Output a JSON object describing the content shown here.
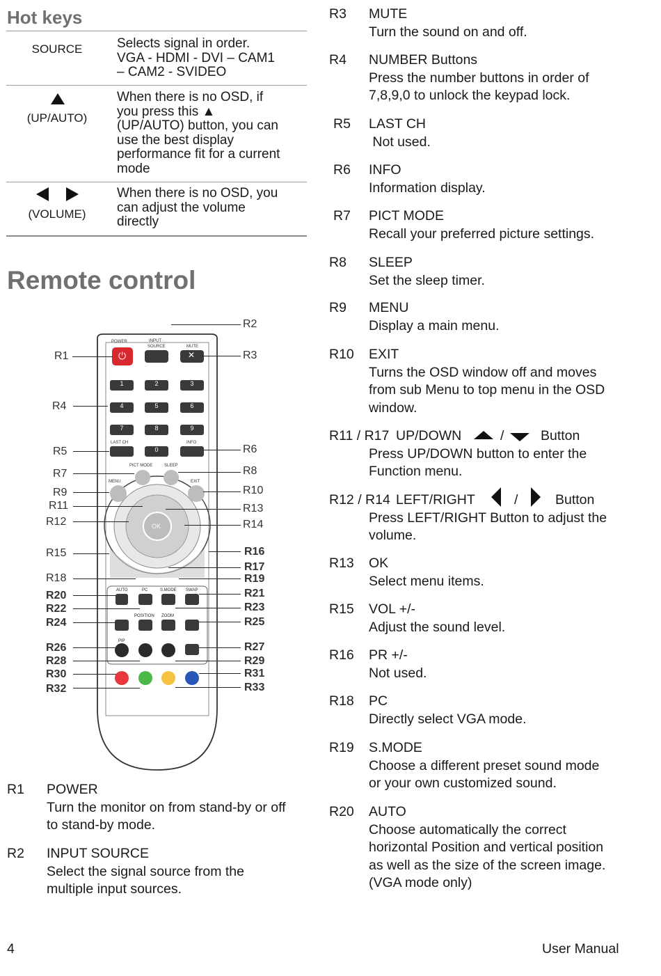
{
  "hot_keys": {
    "title": "Hot keys",
    "rows": [
      {
        "key": "SOURCE",
        "desc": [
          "Selects signal in order.",
          "VGA - HDMI - DVI – CAM1",
          "– CAM2 - SVIDEO"
        ]
      },
      {
        "key": "(UP/AUTO)",
        "desc": [
          "When there is no OSD, if",
          "you press this ▲",
          "(UP/AUTO) button, you can",
          "use the best display",
          "performance fit  for a current",
          "mode"
        ]
      },
      {
        "key": "(VOLUME)",
        "desc": [
          "When there is no OSD, you",
          "can adjust the volume",
          "directly"
        ]
      }
    ]
  },
  "remote": {
    "title": "Remote control",
    "labels": [
      "R1",
      "R2",
      "R3",
      "R4",
      "R5",
      "R6",
      "R7",
      "R8",
      "R9",
      "R10",
      "R11",
      "R12",
      "R13",
      "R14",
      "R15",
      "R16",
      "R17",
      "R18",
      "R19",
      "R20",
      "R21",
      "R22",
      "R23",
      "R24",
      "R25",
      "R26",
      "R27",
      "R28",
      "R29",
      "R30",
      "R31",
      "R32",
      "R33"
    ],
    "top_labels": {
      "power": "POWER",
      "input": "INPUT",
      "source": "SOURCE",
      "mute": "MUTE",
      "last_ch": "LAST CH",
      "info": "INFO",
      "pict_mode": "PICT MODE",
      "sleep": "SLEEP",
      "menu": "MENU",
      "exit": "EXIT",
      "ok": "OK",
      "auto": "AUTO",
      "pc": "PC",
      "smode": "S.MODE",
      "swap": "SWAP",
      "posn": "POSITION",
      "zoom": "ZOOM",
      "pip": "PIP"
    },
    "digits": [
      "1",
      "2",
      "3",
      "4",
      "5",
      "6",
      "7",
      "8",
      "9",
      "0"
    ],
    "colors": [
      "#e8383d",
      "#4cb848",
      "#f5c342",
      "#2a56b8"
    ]
  },
  "left_entries": [
    {
      "code": "R1",
      "name": "POWER",
      "desc": [
        "Turn the monitor on from stand-by or off",
        "to stand-by mode."
      ]
    },
    {
      "code": "R2",
      "name": "INPUT SOURCE",
      "desc": [
        "Select the signal source from the",
        "multiple input sources."
      ]
    }
  ],
  "right_entries": [
    {
      "code": "R3",
      "name": "MUTE",
      "desc": [
        "Turn the sound on and off."
      ]
    },
    {
      "code": "R4",
      "name": "NUMBER Buttons",
      "desc": [
        "Press the number buttons in order of",
        "7,8,9,0 to unlock the keypad lock."
      ]
    },
    {
      "code": "R5",
      "name": "LAST CH",
      "desc": [
        " Not used."
      ]
    },
    {
      "code": "R6",
      "name": "INFO",
      "desc": [
        "Information display."
      ]
    },
    {
      "code": "R7",
      "name": "PICT MODE",
      "desc": [
        "Recall your preferred picture settings."
      ]
    },
    {
      "code": "R8",
      "name": "SLEEP",
      "desc": [
        "Set the sleep timer."
      ]
    },
    {
      "code": "R9",
      "name": "MENU",
      "desc": [
        "Display a main menu."
      ]
    },
    {
      "code": "R10",
      "name": "EXIT",
      "desc": [
        "Turns the OSD window off and moves",
        "from sub Menu to top menu in the OSD",
        "window."
      ]
    },
    {
      "code": "R11 / R17",
      "name": "UP/DOWN",
      "suffix": "Button",
      "sep": "/",
      "desc": [
        "Press UP/DOWN button to enter the",
        "Function menu."
      ]
    },
    {
      "code": "R12 / R14",
      "name": "LEFT/RIGHT",
      "suffix": "Button",
      "sep": "/",
      "desc": [
        "Press LEFT/RIGHT Button to adjust the",
        "volume."
      ]
    },
    {
      "code": "R13",
      "name": "OK",
      "desc": [
        "Select menu items."
      ]
    },
    {
      "code": "R15",
      "name": "VOL +/-",
      "desc": [
        "Adjust the sound level."
      ]
    },
    {
      "code": "R16",
      "name": "PR +/-",
      "desc": [
        "Not used."
      ]
    },
    {
      "code": "R18",
      "name": "PC",
      "desc": [
        "Directly select VGA mode."
      ]
    },
    {
      "code": "R19",
      "name": "S.MODE",
      "desc": [
        "Choose a different preset sound mode",
        "or your own customized sound."
      ]
    },
    {
      "code": "R20",
      "name": "AUTO",
      "desc": [
        "Choose automatically the correct",
        "horizontal Position and vertical position",
        "as well as the size of the screen image.",
        "(VGA mode only)"
      ]
    }
  ],
  "footer": {
    "page_number": "4",
    "manual": "User Manual"
  }
}
